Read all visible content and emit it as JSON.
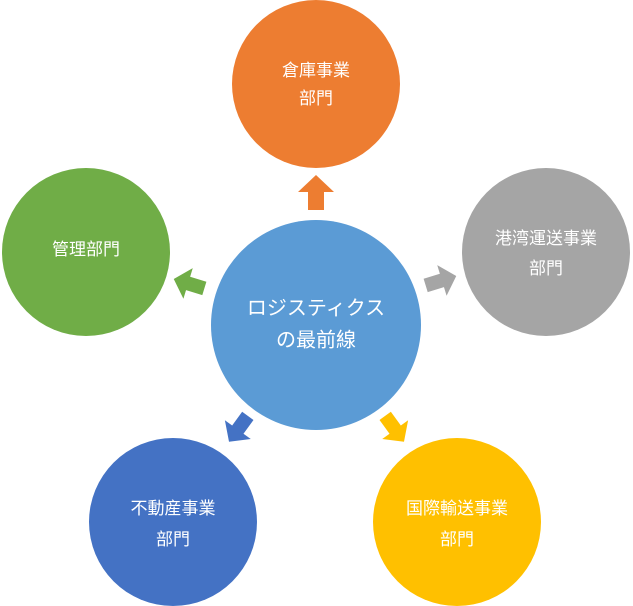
{
  "diagram": {
    "center": {
      "line1": "ロジスティクス",
      "line2": "の最前線",
      "color": "#5b9bd5"
    },
    "nodes": [
      {
        "line1": "倉庫事業",
        "line2": "部門",
        "color": "#ed7d31"
      },
      {
        "line1": "港湾運送事業",
        "line2": "部門",
        "color": "#a5a5a5"
      },
      {
        "line1": "国際輸送事業",
        "line2": "部門",
        "color": "#ffc000"
      },
      {
        "line1": "不動産事業",
        "line2": "部門",
        "color": "#4472c4"
      },
      {
        "line1": "管理部門",
        "line2": "",
        "color": "#70ad47"
      }
    ]
  }
}
